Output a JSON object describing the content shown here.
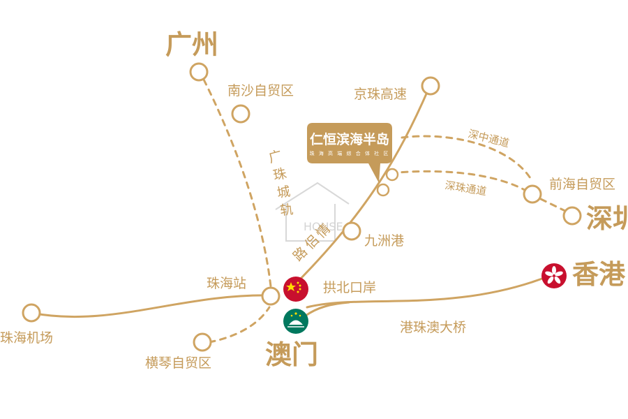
{
  "colors": {
    "gold": "#c59b5a",
    "line": "#cfa462",
    "red": "#c8102e",
    "macau_green": "#00785e",
    "white": "#ffffff"
  },
  "callout": {
    "title": "仁恒滨海半岛",
    "subtitle": "珠 海 高 端 综 合 体 社 区"
  },
  "cities": {
    "guangzhou": "广州",
    "shenzhen": "深圳",
    "hongkong": "香港",
    "macau": "澳门"
  },
  "places": {
    "nansha": "南沙自贸区",
    "jingzhu": "京珠高速",
    "qianhai": "前海自贸区",
    "jiuzhou": "九洲港",
    "gongbei": "拱北口岸",
    "zhuhai_station": "珠海站",
    "zhuhai_airport": "珠海机场",
    "hengqin": "横琴自贸区",
    "hzm_bridge": "港珠澳大桥"
  },
  "routes": {
    "shenzhong": "深中通道",
    "shenzhu": "深珠通道",
    "guangzhu_rail_1": "广",
    "guangzhu_rail_2": "珠",
    "guangzhu_rail_3": "城",
    "guangzhu_rail_4": "轨",
    "qinglv_1": "情",
    "qinglv_2": "侣",
    "qinglv_3": "路"
  },
  "flags": [
    "china-flag",
    "macau-flag",
    "hongkong-flag"
  ],
  "watermark": "HOUSE"
}
